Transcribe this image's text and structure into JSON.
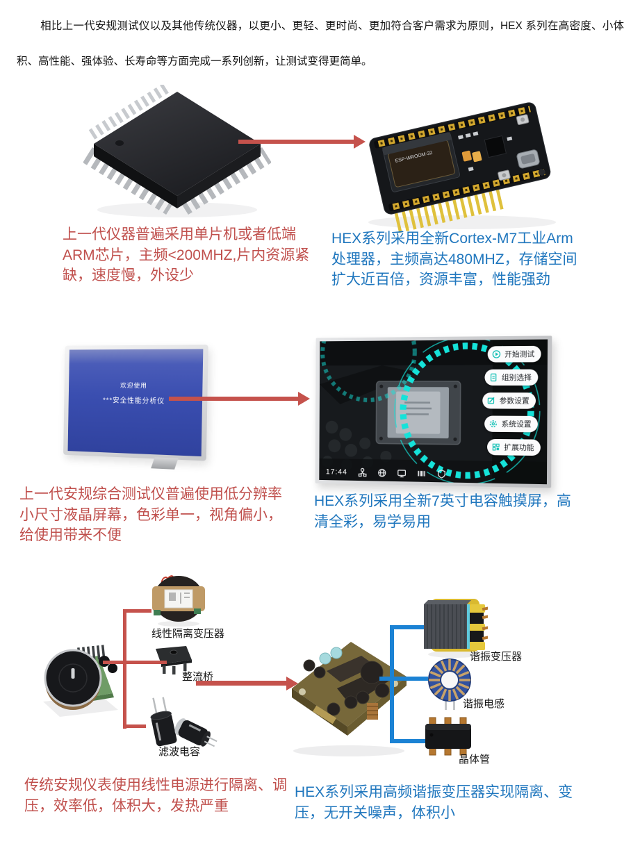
{
  "colors": {
    "old_accent": "#c0504d",
    "new_accent": "#2077be",
    "arrow_red": "#c5524c",
    "connector_blue": "#1b82d4",
    "screen_teal": "#15e2d9"
  },
  "intro": "相比上一代安规测试仪以及其他传统仪器，以更小、更轻、更时尚、更加符合客户需求为原则，HEX 系列在高密度、小体积、高性能、强体验、长寿命等方面完成一系列创新，让测试变得更简单。",
  "rows": [
    {
      "old_caption": "上一代仪器普遍采用单片机或者低端ARM芯片，主频<200MHZ,片内资源紧缺，速度慢，外设少",
      "new_caption": "HEX系列采用全新Cortex-M7工业Arm处理器，主频高达480MHZ，存储空间扩大近百倍，资源丰富，性能强劲",
      "board_label": "ESP-WROOM-32"
    },
    {
      "old_caption": "上一代安规综合测试仪普遍使用低分辨率小尺寸液晶屏幕，色彩单一，视角偏小，给使用带来不便",
      "new_caption": "HEX系列采用全新7英寸电容触摸屏，高清全彩，易学易用",
      "old_screen": {
        "line1": "欢迎使用",
        "line2": "***安全性能分析仪"
      },
      "new_screen": {
        "time": "17:44",
        "menu": [
          "开始测试",
          "组别选择",
          "参数设置",
          "系统设置",
          "扩展功能"
        ]
      }
    },
    {
      "old_caption": "传统安规仪表使用线性电源进行隔离、调压，效率低，体积大，发热严重",
      "new_caption": "HEX系列采用高频谐振变压器实现隔离、变压，无开关噪声，体积小",
      "old_parts": {
        "transformer": "线性隔离变压器",
        "bridge": "整流桥",
        "capacitor": "滤波电容"
      },
      "new_parts": {
        "transformer": "谐振变压器",
        "inductor": "谐振电感",
        "transistor": "晶体管"
      }
    }
  ]
}
